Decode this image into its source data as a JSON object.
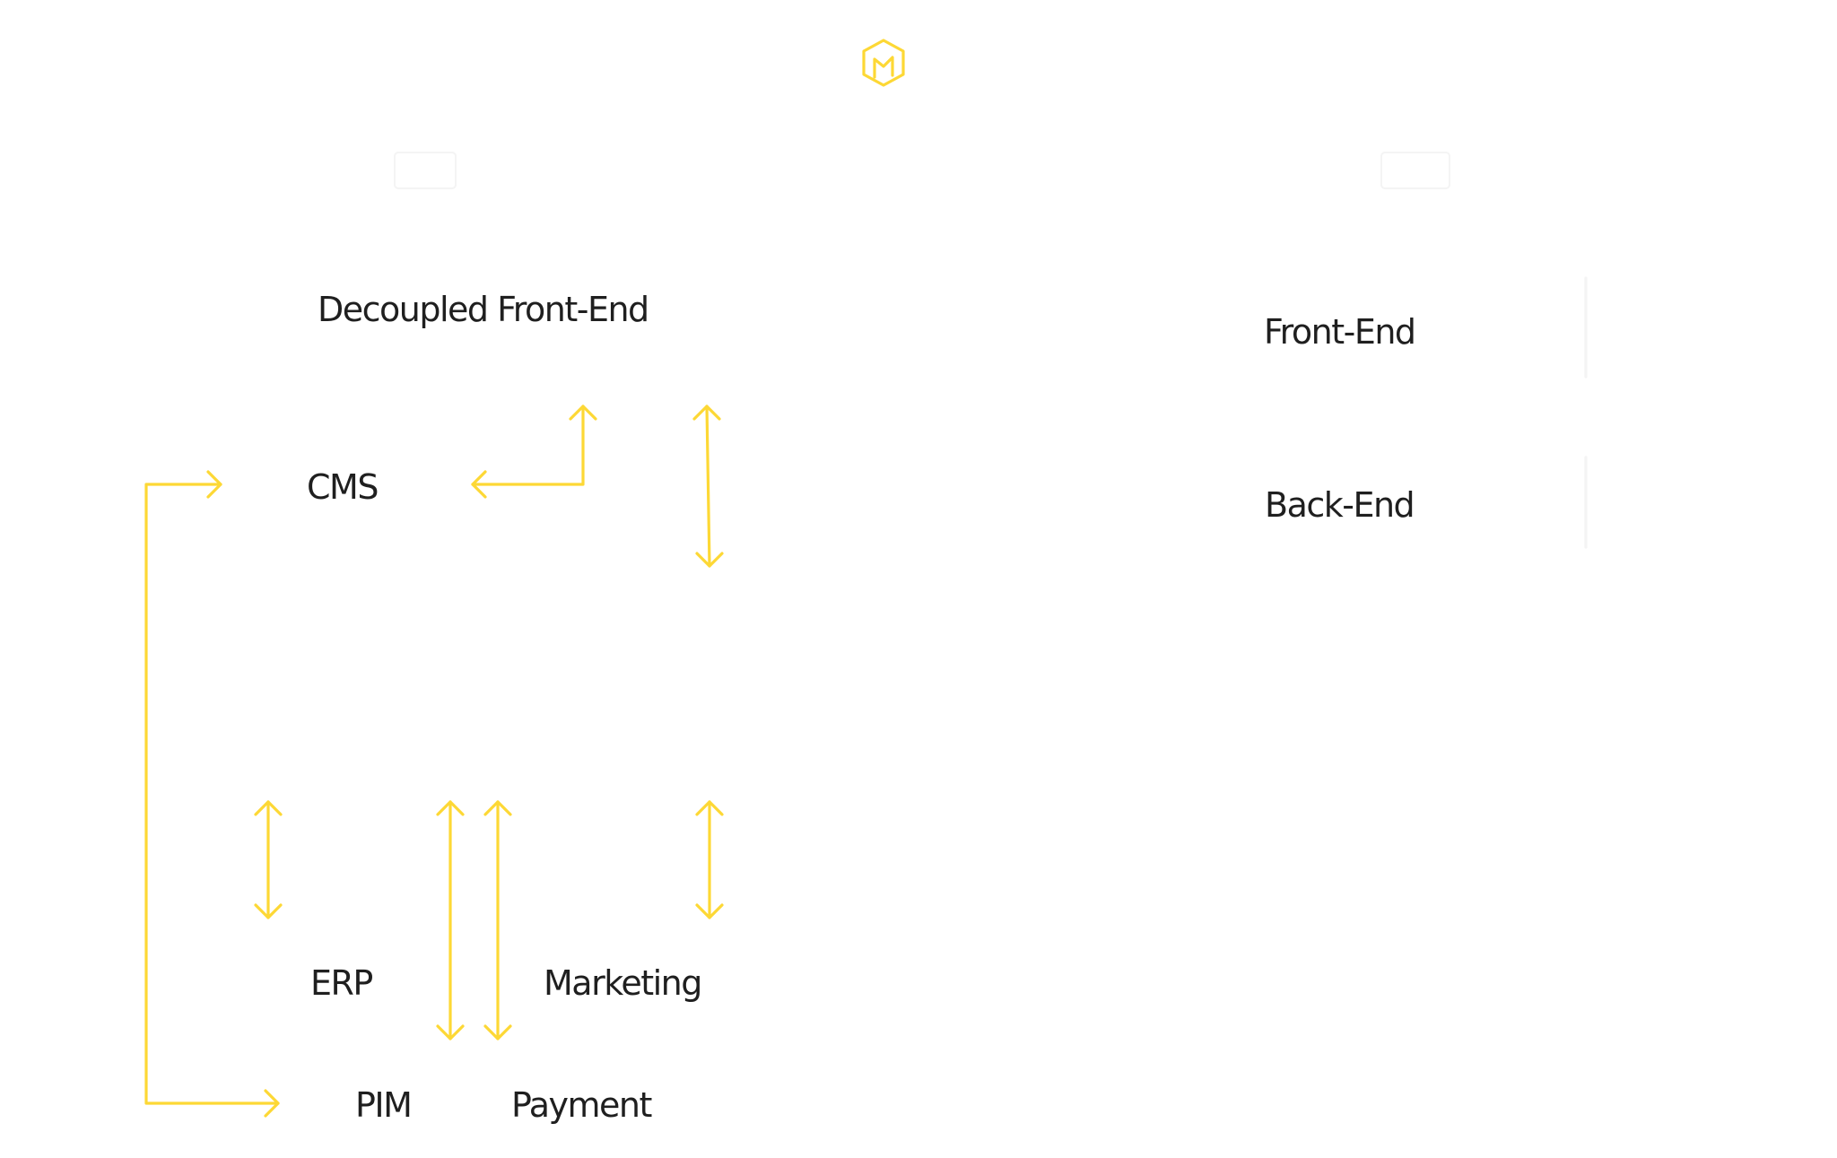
{
  "colors": {
    "accent": "#FDD835",
    "text": "#1f1f1f",
    "background": "#ffffff"
  },
  "logo": {
    "icon": "hexagon-logo-icon"
  },
  "left_diagram": {
    "top_node": "Decoupled Front-End",
    "cms": "CMS",
    "erp": "ERP",
    "marketing": "Marketing",
    "pim": "PIM",
    "payment": "Payment"
  },
  "right_diagram": {
    "front_end": "Front-End",
    "back_end": "Back-End"
  }
}
